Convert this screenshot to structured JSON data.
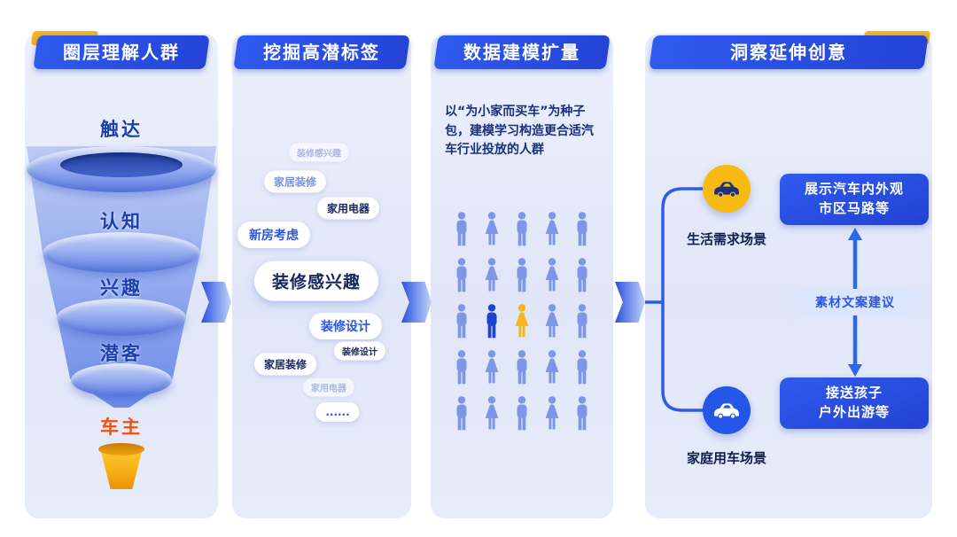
{
  "colors": {
    "header_blue": "#2b4fdd",
    "accent_yellow": "#f6b21b",
    "person": "#7d97e6",
    "highlight_dark": "#1d43cf",
    "highlight_yellow": "#f5b719",
    "owner_orange": "#f4500a"
  },
  "panels": {
    "funnel": {
      "title": "圈层理解人群",
      "stages": [
        {
          "label": "触达"
        },
        {
          "label": "认知"
        },
        {
          "label": "兴趣"
        },
        {
          "label": "潜客"
        },
        {
          "label": "车主"
        }
      ]
    },
    "tags": {
      "title": "挖掘高潜标签",
      "items": [
        {
          "label": "装修感兴趣"
        },
        {
          "label": "家居装修"
        },
        {
          "label": "家用电器"
        },
        {
          "label": "新房考虑"
        },
        {
          "label": "装修感兴趣"
        },
        {
          "label": "装修设计"
        },
        {
          "label": "装修设计"
        },
        {
          "label": "家居装修"
        },
        {
          "label": "家用电器"
        },
        {
          "label": "......"
        }
      ]
    },
    "modeling": {
      "title": "数据建模扩量",
      "description": "以“为小家而买车”为种子包，建模学习构造更合适汽车行业投放的人群",
      "grid": {
        "rows": [
          "MFMFM",
          "MFMFM",
          "MMFFM",
          "MFMFM",
          "MFMFM"
        ],
        "highlights": [
          {
            "row": 2,
            "col": 1,
            "color": "#1d43cf"
          },
          {
            "row": 2,
            "col": 2,
            "color": "#f5b719"
          }
        ]
      }
    },
    "insight": {
      "title": "洞察延伸创意",
      "scenarios": [
        {
          "label": "生活需求场景",
          "box_line1": "展示汽车内外观",
          "box_line2": "市区马路等"
        },
        {
          "label": "家庭用车场景",
          "box_line1": "接送孩子",
          "box_line2": "户外出游等"
        }
      ],
      "center_pill": "素材文案建议"
    }
  }
}
